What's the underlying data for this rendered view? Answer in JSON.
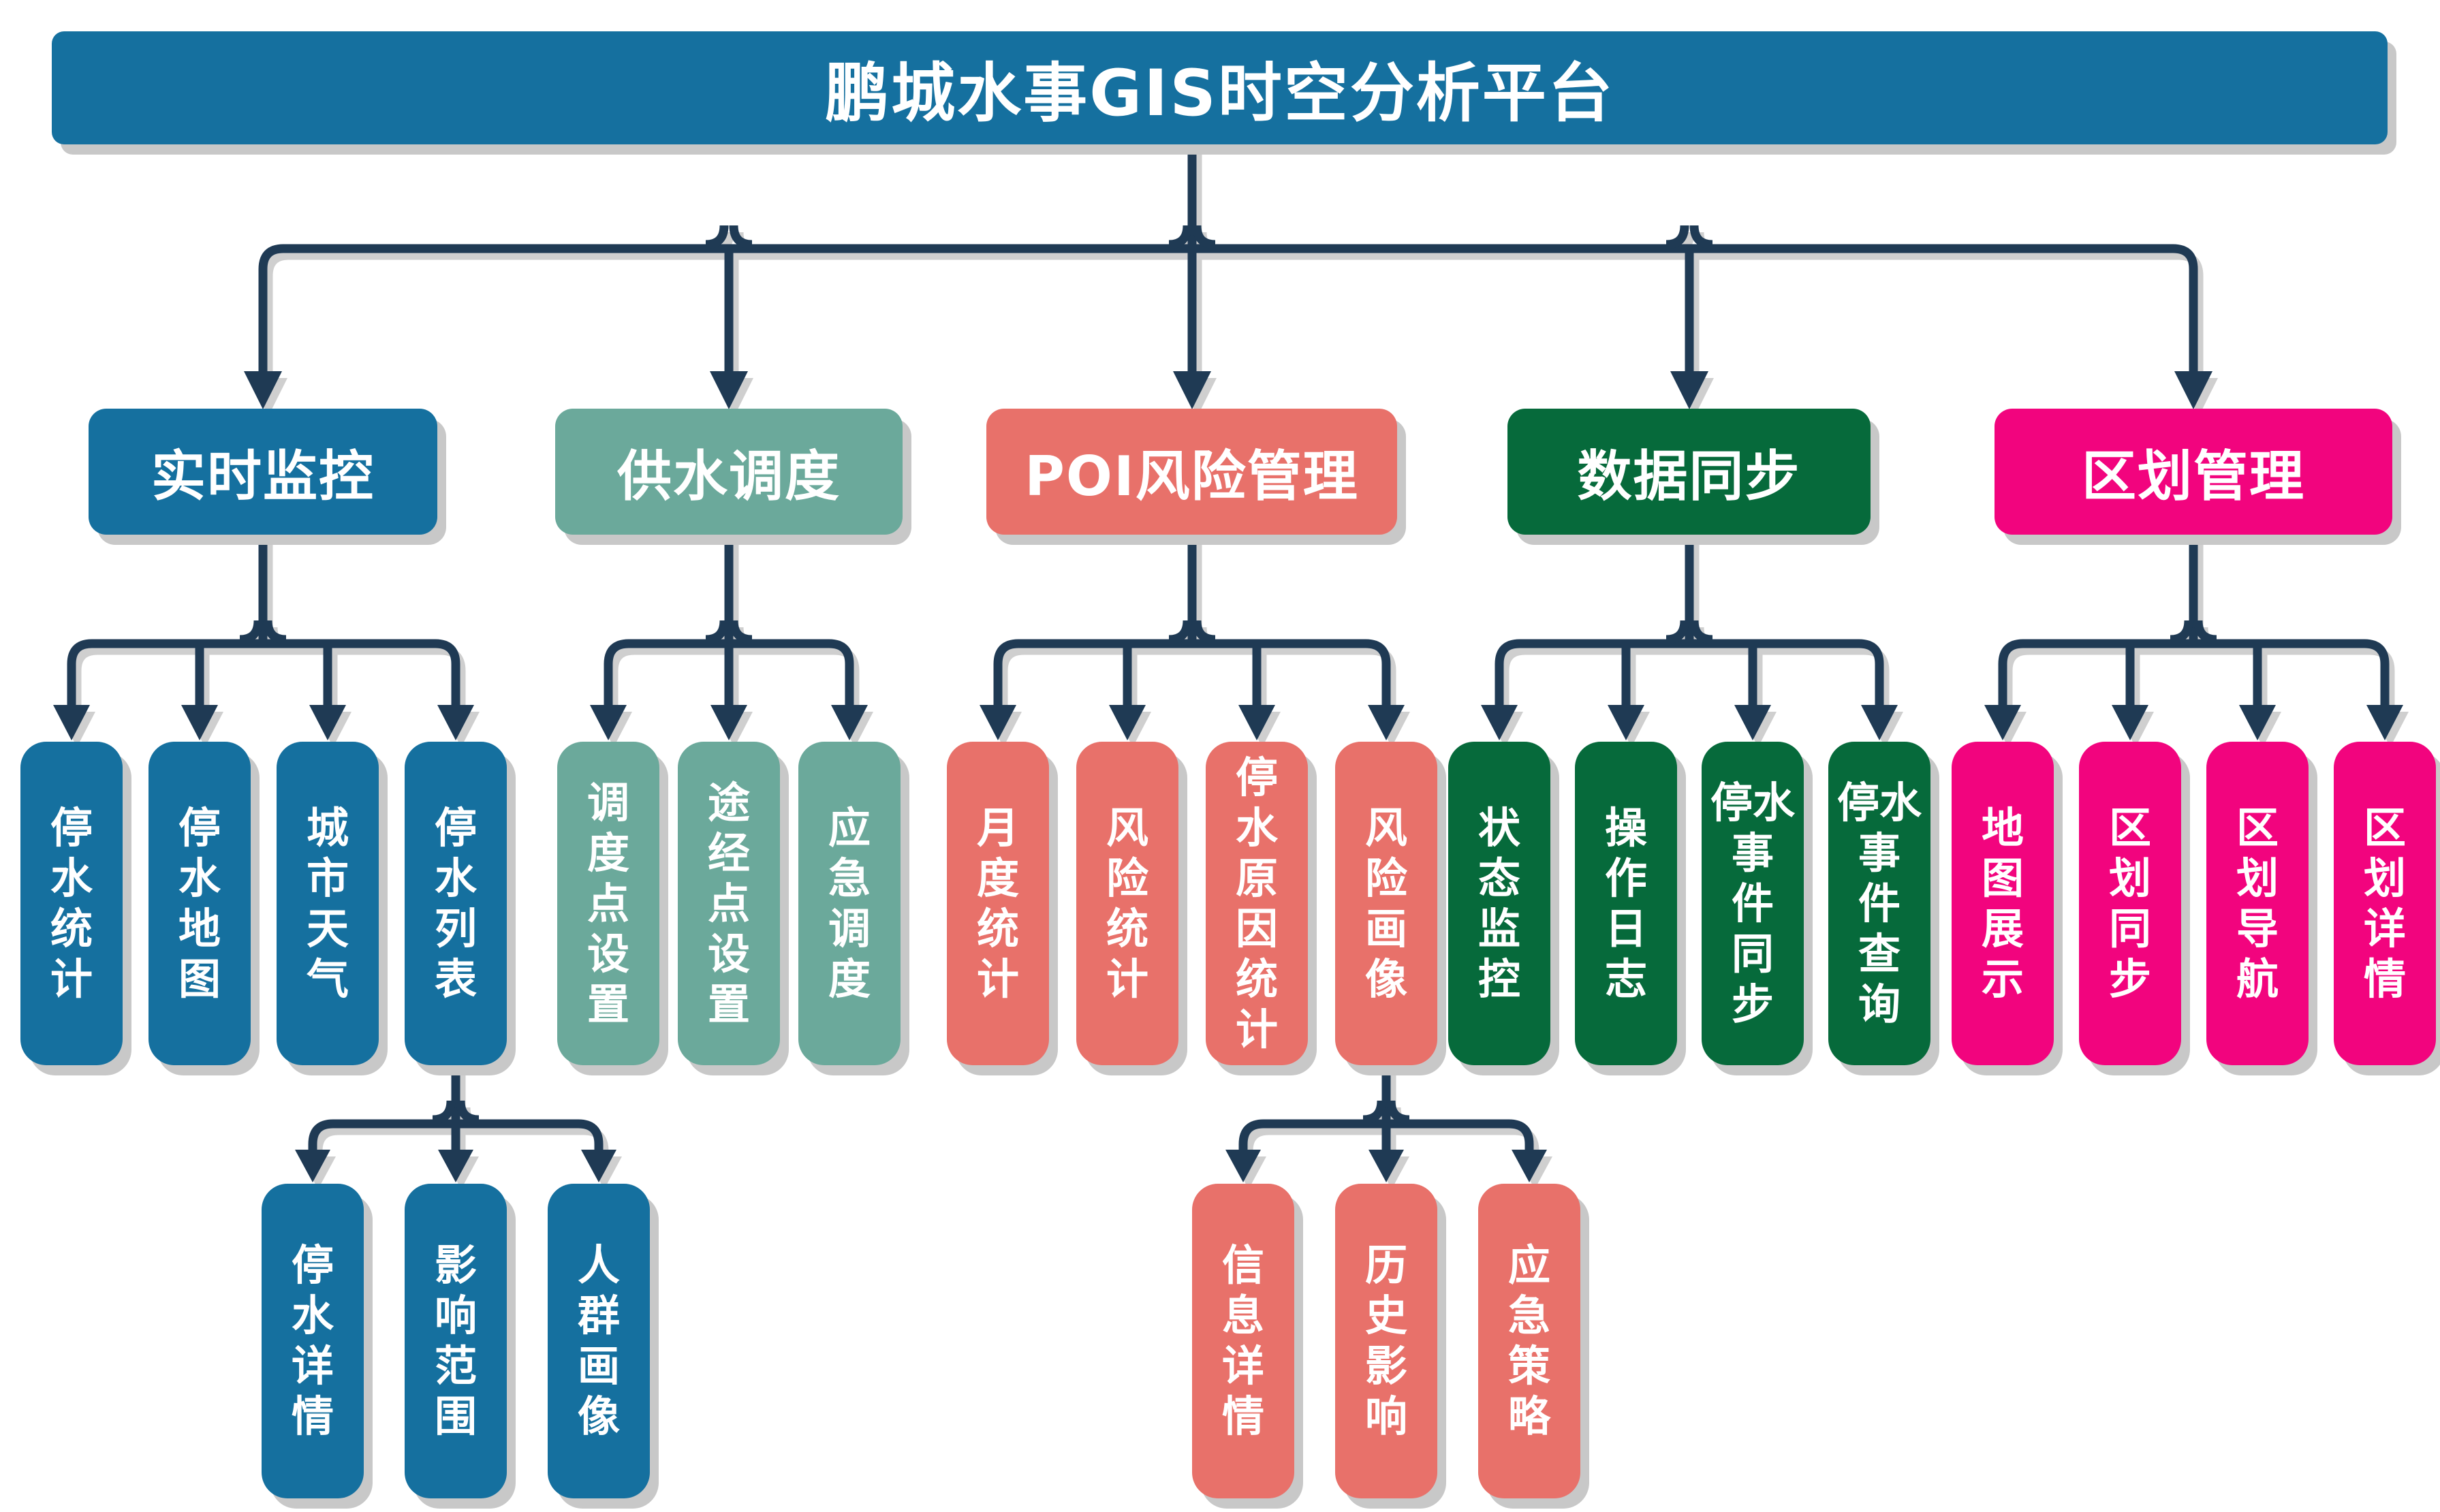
{
  "root": {
    "label": "鹏城水事GIS时空分析平台"
  },
  "colors": {
    "realtime_blue": "#15709f",
    "dispatch_teal": "#6ba99b",
    "poi_salmon": "#e8716a",
    "sync_green": "#066a3b",
    "district_pink": "#f2047e",
    "connector_navy": "#1f3a54",
    "shadow_gray": "#c8c8c8",
    "text_white": "#ffffff",
    "background": "#ffffff"
  },
  "branches": [
    {
      "label": "实时监控",
      "children": [
        {
          "label": [
            "停",
            "水",
            "统",
            "计"
          ]
        },
        {
          "label": [
            "停",
            "水",
            "地",
            "图"
          ]
        },
        {
          "label": [
            "城",
            "市",
            "天",
            "气"
          ]
        },
        {
          "label": [
            "停",
            "水",
            "列",
            "表"
          ],
          "children": [
            {
              "label": [
                "停",
                "水",
                "详",
                "情"
              ]
            },
            {
              "label": [
                "影",
                "响",
                "范",
                "围"
              ]
            },
            {
              "label": [
                "人",
                "群",
                "画",
                "像"
              ]
            }
          ]
        }
      ]
    },
    {
      "label": "供水调度",
      "children": [
        {
          "label": [
            "调",
            "度",
            "点",
            "设",
            "置"
          ]
        },
        {
          "label": [
            "途",
            "经",
            "点",
            "设",
            "置"
          ]
        },
        {
          "label": [
            "应",
            "急",
            "调",
            "度"
          ]
        }
      ]
    },
    {
      "label": "POI风险管理",
      "children": [
        {
          "label": [
            "月",
            "度",
            "统",
            "计"
          ]
        },
        {
          "label": [
            "风",
            "险",
            "统",
            "计"
          ]
        },
        {
          "label": [
            "停",
            "水",
            "原",
            "因",
            "统",
            "计"
          ]
        },
        {
          "label": [
            "风",
            "险",
            "画",
            "像"
          ],
          "children": [
            {
              "label": [
                "信",
                "息",
                "详",
                "情"
              ]
            },
            {
              "label": [
                "历",
                "史",
                "影",
                "响"
              ]
            },
            {
              "label": [
                "应",
                "急",
                "策",
                "略"
              ]
            }
          ]
        }
      ]
    },
    {
      "label": "数据同步",
      "children": [
        {
          "label": [
            "状",
            "态",
            "监",
            "控"
          ]
        },
        {
          "label": [
            "操",
            "作",
            "日",
            "志"
          ]
        },
        {
          "label": [
            "停水",
            "事",
            "件",
            "同",
            "步"
          ]
        },
        {
          "label": [
            "停水",
            "事",
            "件",
            "查",
            "询"
          ]
        }
      ]
    },
    {
      "label": "区划管理",
      "children": [
        {
          "label": [
            "地",
            "图",
            "展",
            "示"
          ]
        },
        {
          "label": [
            "区",
            "划",
            "同",
            "步"
          ]
        },
        {
          "label": [
            "区",
            "划",
            "导",
            "航"
          ]
        },
        {
          "label": [
            "区",
            "划",
            "详",
            "情"
          ]
        }
      ]
    }
  ]
}
